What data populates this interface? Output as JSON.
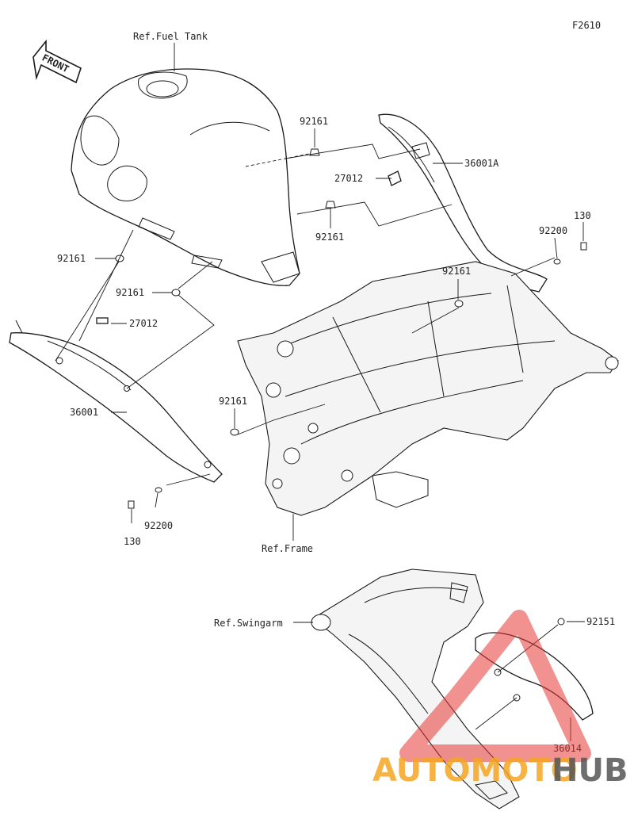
{
  "figure_code": "F2610",
  "front_label": "FRONT",
  "references": {
    "fuel_tank": "Ref.Fuel Tank",
    "frame": "Ref.Frame",
    "swingarm": "Ref.Swingarm"
  },
  "callouts": {
    "c92161_a": "92161",
    "c92161_b": "92161",
    "c92161_c": "92161",
    "c92161_d": "92161",
    "c92161_e": "92161",
    "c92161_f": "92161",
    "c27012_a": "27012",
    "c27012_b": "27012",
    "c36001A": "36001A",
    "c36001": "36001",
    "c130_a": "130",
    "c130_b": "130",
    "c92200_a": "92200",
    "c92200_b": "92200",
    "c92151": "92151",
    "c36014": "36014"
  },
  "watermark": {
    "part1": "AUTOMOTO",
    "part2": "HUB",
    "color1": "#f5a623",
    "color2": "#555555",
    "triangle_color": "#e53935"
  }
}
